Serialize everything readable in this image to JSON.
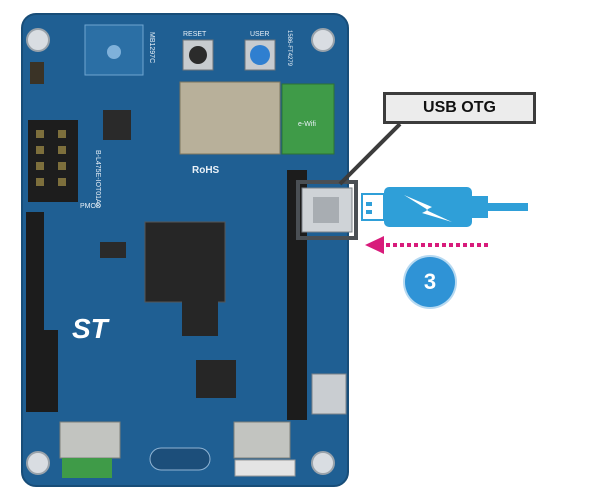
{
  "callout": {
    "label": "USB OTG"
  },
  "step": {
    "number": "3"
  },
  "board": {
    "silkscreen": {
      "board_id": "MB1297C",
      "reset": "RESET",
      "user": "USER",
      "rohs": "RoHS",
      "model": "B-L475E-IOT01Ax",
      "pmod": "PMOD",
      "wifi": "e-Wifi",
      "serial": "1586-FT4279"
    }
  },
  "colors": {
    "pcb": "#1f5f93",
    "usb_cable": "#2f9fd8",
    "arrow": "#d81b7b",
    "badge": "#2f93d6"
  }
}
